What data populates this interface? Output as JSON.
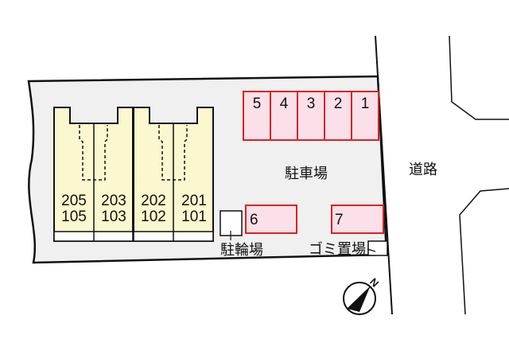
{
  "parking": {
    "top_row": [
      "5",
      "4",
      "3",
      "2",
      "1"
    ],
    "space_6": "6",
    "space_7": "7",
    "label": "駐車場",
    "fill_color": "#fbe0ea",
    "border_color": "#e02020"
  },
  "buildings": [
    {
      "upper": "205",
      "lower": "105"
    },
    {
      "upper": "203",
      "lower": "103"
    },
    {
      "upper": "202",
      "lower": "102"
    },
    {
      "upper": "201",
      "lower": "101"
    }
  ],
  "building_fill": "#fbf7cf",
  "lot_fill": "#f0f0f0",
  "bike_parking_label": "駐輪場",
  "garbage_label": "ゴミ置場",
  "road_label": "道路",
  "compass": {
    "north_label": "N"
  }
}
